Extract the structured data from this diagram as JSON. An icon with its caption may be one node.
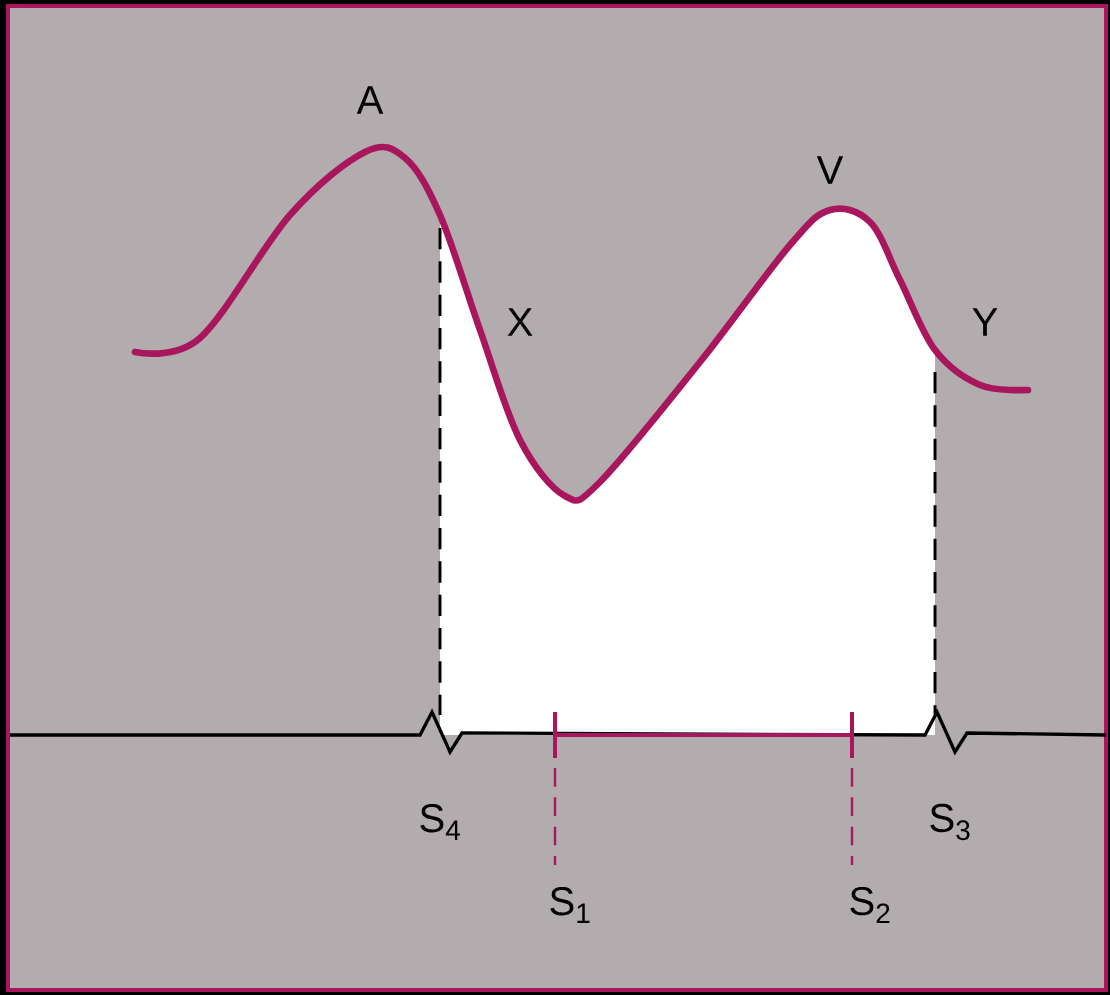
{
  "diagram": {
    "labels": [
      "A",
      "V",
      "X",
      "Y",
      "S$_{4}$",
      "S$_{3}$",
      "S$_{1}$",
      "S$_{2}$"
    ]
  }
}
